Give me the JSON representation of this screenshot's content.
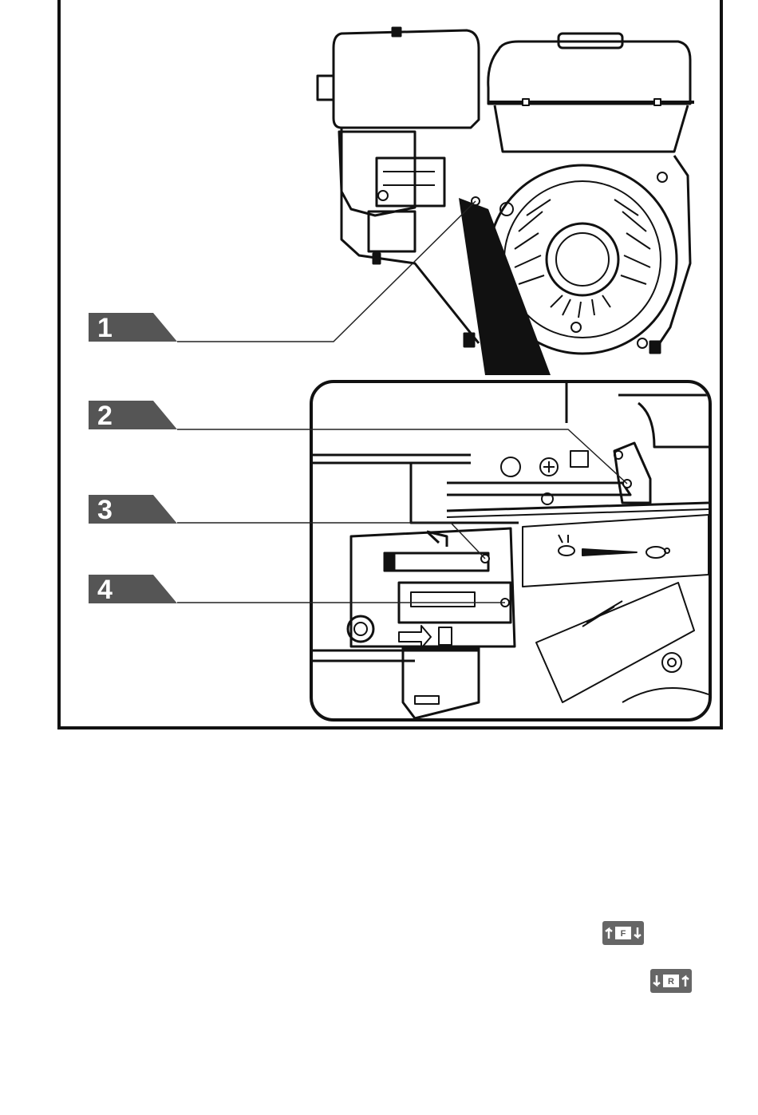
{
  "callouts": [
    {
      "label": "1"
    },
    {
      "label": "2"
    },
    {
      "label": "3"
    },
    {
      "label": "4"
    }
  ],
  "icons": {
    "forward": {
      "name": "forward-rotation-icon",
      "letter": "F"
    },
    "reverse": {
      "name": "reverse-rotation-icon",
      "letter": "R"
    }
  },
  "colors": {
    "callout_fill": "#555555",
    "line": "#222222",
    "badge": "#666666"
  }
}
